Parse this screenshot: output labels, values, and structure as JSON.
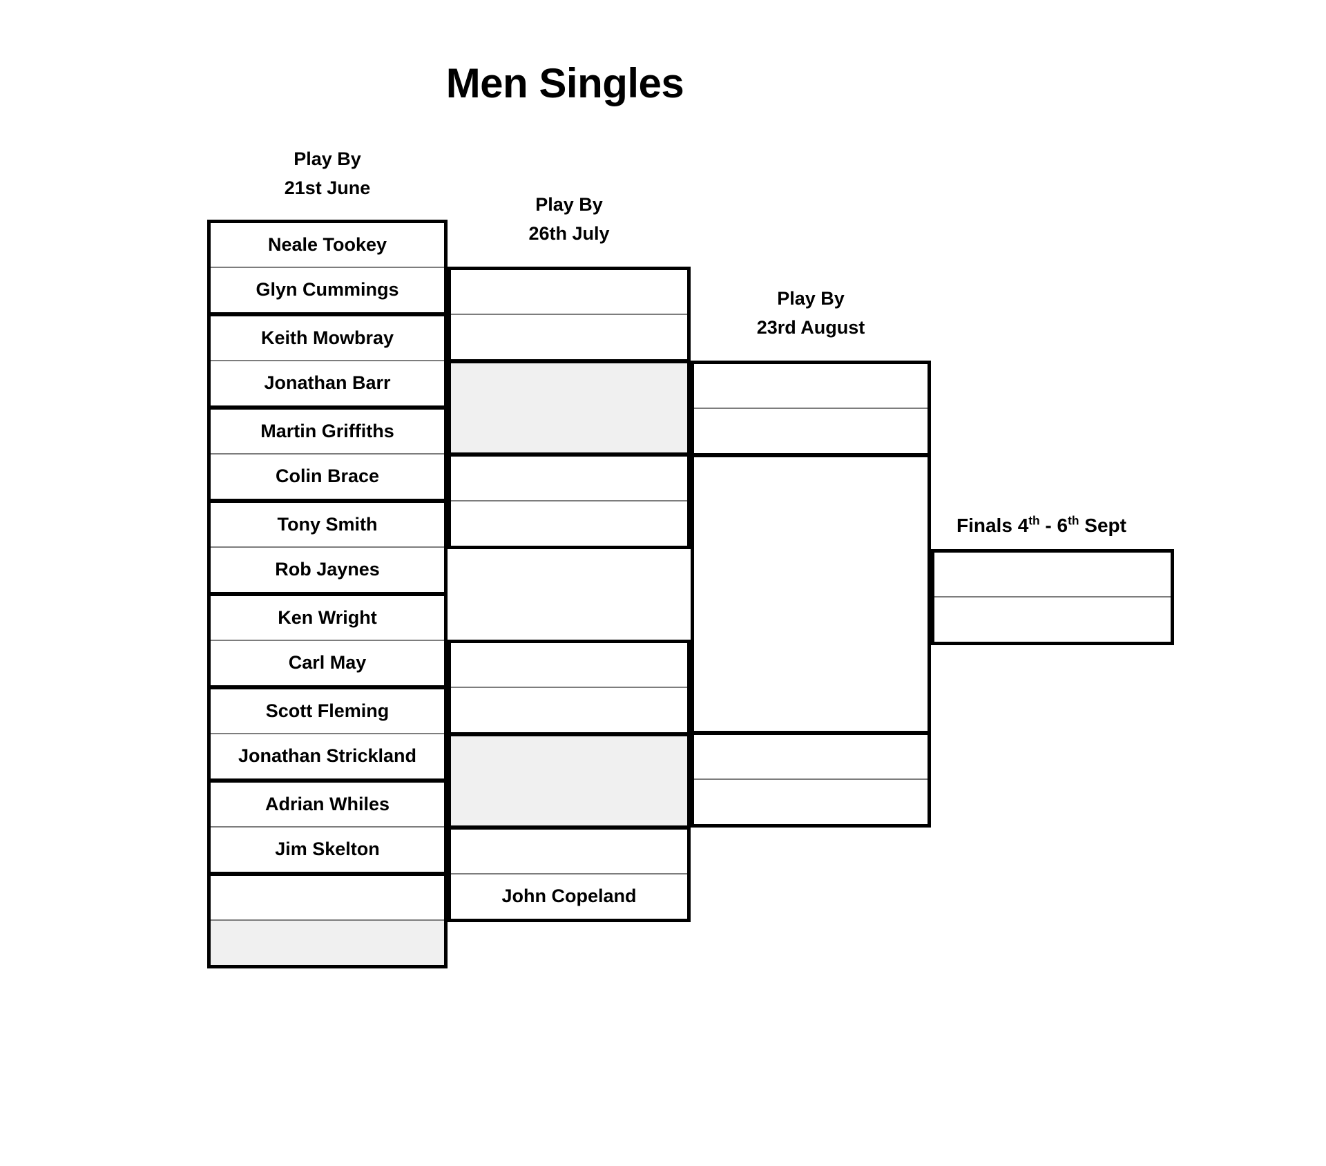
{
  "page": {
    "title": "Men Singles"
  },
  "rounds": [
    {
      "name": "round-1",
      "label_line1": "Play By",
      "label_line2": "21st June"
    },
    {
      "name": "round-2",
      "label_line1": "Play By",
      "label_line2": "26th July"
    },
    {
      "name": "round-3",
      "label_line1": "Play By",
      "label_line2": "23rd August"
    }
  ],
  "finals": {
    "label_prefix": "Finals 4",
    "label_sup1": "th",
    "label_mid": " - 6",
    "label_sup2": "th",
    "label_suffix": " Sept"
  },
  "colors": {
    "line": "#000000",
    "divider": "#7d7d7d",
    "empty_slot": "#f0f0f0",
    "background": "#ffffff"
  },
  "chart_data": {
    "type": "table",
    "title": "Men Singles",
    "bracket_rounds": [
      {
        "round": 1,
        "deadline": "Play By 21st June",
        "slots": [
          "Neale Tookey",
          "Glyn Cummings",
          "Keith Mowbray",
          "Jonathan Barr",
          "Martin Griffiths",
          "Colin Brace",
          "Tony Smith",
          "Rob Jaynes",
          "Ken Wright",
          "Carl May",
          "Scott Fleming",
          "Jonathan Strickland",
          "Adrian Whiles",
          "Jim Skelton",
          ""
        ]
      },
      {
        "round": 2,
        "deadline": "Play By 26th July",
        "slots": [
          "",
          "",
          "",
          "",
          "",
          "",
          "",
          "",
          "",
          "",
          "",
          "",
          "",
          "",
          "",
          "John Copeland"
        ]
      },
      {
        "round": 3,
        "deadline": "Play By 23rd August",
        "slots": [
          "",
          "",
          "",
          "",
          "",
          "",
          "",
          ""
        ]
      },
      {
        "round": 4,
        "deadline": "Finals 4th - 6th Sept",
        "slots": [
          "",
          ""
        ]
      }
    ]
  },
  "round1": {
    "players": [
      {
        "name": "Neale Tookey"
      },
      {
        "name": "Glyn Cummings"
      },
      {
        "name": "Keith Mowbray"
      },
      {
        "name": "Jonathan Barr"
      },
      {
        "name": "Martin Griffiths"
      },
      {
        "name": "Colin Brace"
      },
      {
        "name": "Tony Smith"
      },
      {
        "name": "Rob Jaynes"
      },
      {
        "name": "Ken Wright"
      },
      {
        "name": "Carl May"
      },
      {
        "name": "Scott Fleming"
      },
      {
        "name": "Jonathan Strickland"
      },
      {
        "name": "Adrian Whiles"
      },
      {
        "name": "Jim Skelton"
      },
      {
        "name": ""
      }
    ]
  },
  "round2": {
    "players": [
      {
        "name": ""
      },
      {
        "name": ""
      },
      {
        "name": ""
      },
      {
        "name": ""
      },
      {
        "name": ""
      },
      {
        "name": ""
      },
      {
        "name": ""
      },
      {
        "name": ""
      },
      {
        "name": ""
      },
      {
        "name": ""
      },
      {
        "name": ""
      },
      {
        "name": ""
      },
      {
        "name": ""
      },
      {
        "name": ""
      },
      {
        "name": ""
      },
      {
        "name": "John Copeland"
      }
    ]
  },
  "round3": {
    "players": [
      {
        "name": ""
      },
      {
        "name": ""
      },
      {
        "name": ""
      },
      {
        "name": ""
      },
      {
        "name": ""
      },
      {
        "name": ""
      },
      {
        "name": ""
      },
      {
        "name": ""
      }
    ]
  },
  "round4": {
    "players": [
      {
        "name": ""
      },
      {
        "name": ""
      }
    ]
  }
}
